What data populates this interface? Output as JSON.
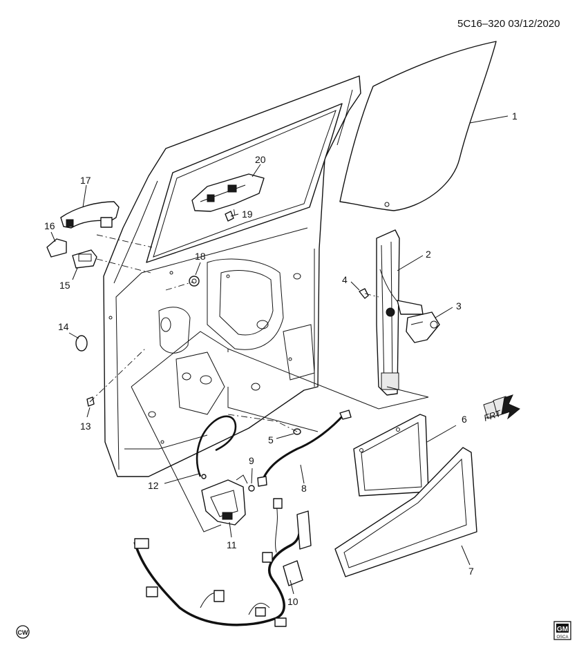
{
  "header": {
    "reference": "5C16–320  03/12/2020"
  },
  "callouts": [
    {
      "id": "1",
      "label": "1"
    },
    {
      "id": "2",
      "label": "2"
    },
    {
      "id": "3",
      "label": "3"
    },
    {
      "id": "4",
      "label": "4"
    },
    {
      "id": "5",
      "label": "5"
    },
    {
      "id": "6",
      "label": "6"
    },
    {
      "id": "7",
      "label": "7"
    },
    {
      "id": "8",
      "label": "8"
    },
    {
      "id": "9",
      "label": "9"
    },
    {
      "id": "10",
      "label": "10"
    },
    {
      "id": "11",
      "label": "11"
    },
    {
      "id": "12",
      "label": "12"
    },
    {
      "id": "13",
      "label": "13"
    },
    {
      "id": "14",
      "label": "14"
    },
    {
      "id": "15",
      "label": "15"
    },
    {
      "id": "16",
      "label": "16"
    },
    {
      "id": "17",
      "label": "17"
    },
    {
      "id": "18",
      "label": "18"
    },
    {
      "id": "19",
      "label": "19"
    },
    {
      "id": "20",
      "label": "20"
    }
  ],
  "direction_marker": {
    "label": "FRT"
  },
  "badges": {
    "cw": "CW",
    "gm_top": "GM",
    "gm_bottom": "OSCA"
  },
  "colors": {
    "line": "#111111",
    "background": "#ffffff"
  }
}
